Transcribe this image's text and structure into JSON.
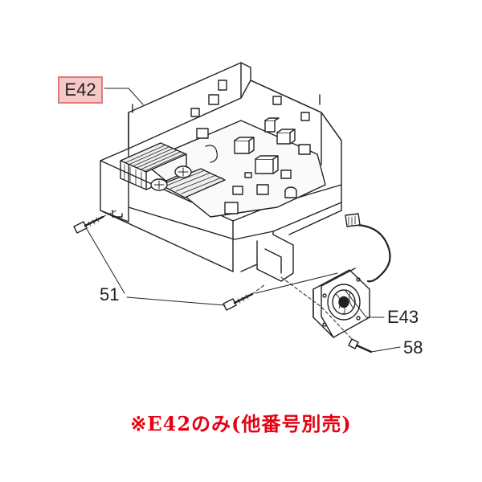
{
  "diagram": {
    "callouts": {
      "main_board": "E42",
      "screw_left": "51",
      "fan": "E43",
      "screw_fan": "58"
    },
    "note": "※E42のみ(他番号別売)"
  },
  "colors": {
    "line": "#222222",
    "highlight_fill": "#f6c8c8",
    "highlight_border": "#e07a7a",
    "note_text": "#e60012"
  }
}
